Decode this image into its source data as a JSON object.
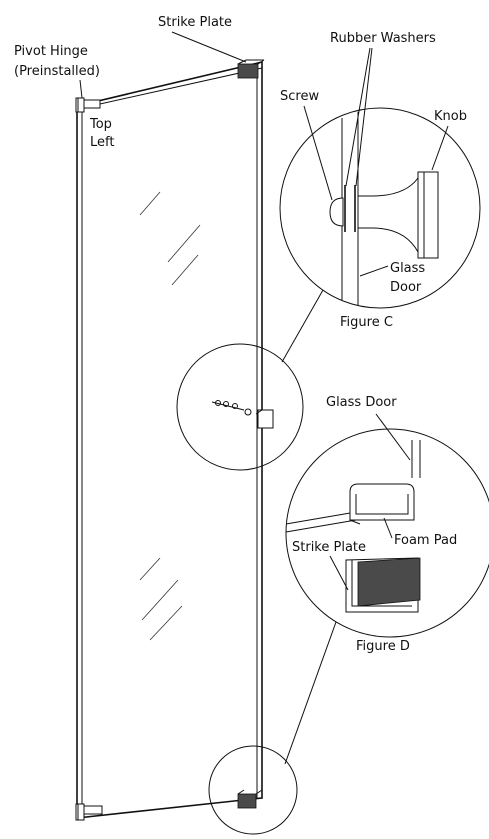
{
  "labels": {
    "strike_plate_top": "Strike Plate",
    "pivot_hinge_line1": "Pivot Hinge",
    "pivot_hinge_line2": "(Preinstalled)",
    "top_left_line1": "Top",
    "top_left_line2": "Left",
    "rubber_washers": "Rubber Washers",
    "screw": "Screw",
    "knob": "Knob",
    "glass_door_c_line1": "Glass",
    "glass_door_c_line2": "Door",
    "figure_c": "Figure C",
    "glass_door_d": "Glass Door",
    "foam_pad": "Foam Pad",
    "strike_plate_d": "Strike Plate",
    "figure_d": "Figure D"
  },
  "colors": {
    "line": "#111111",
    "pad": "#4a4a4a",
    "background": "#ffffff"
  }
}
